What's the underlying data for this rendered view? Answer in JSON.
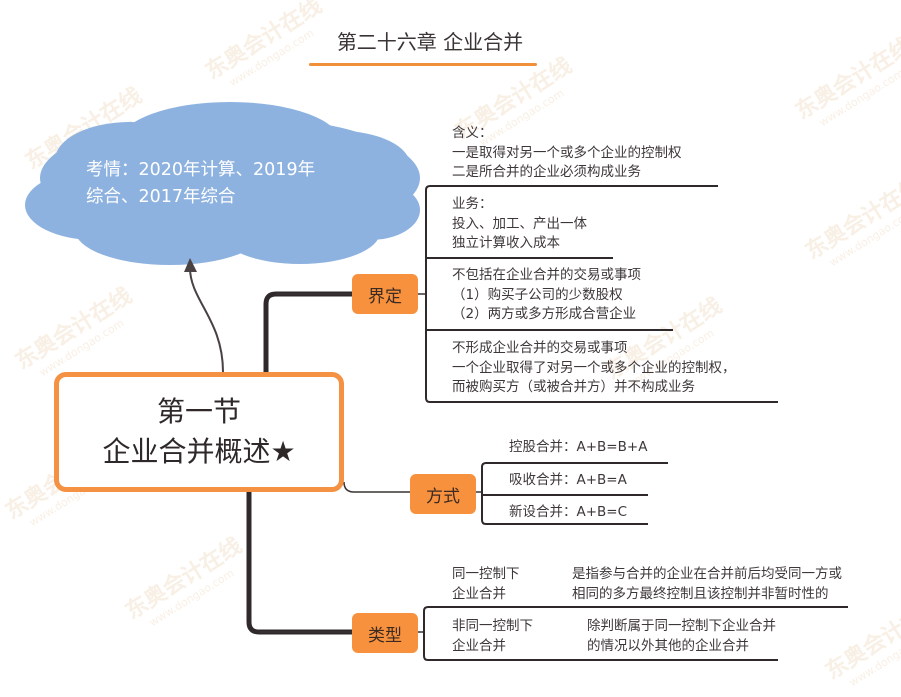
{
  "title": "第二十六章 企业合并",
  "colors": {
    "accent_orange": "#f8913d",
    "cloud_blue": "#8db2df",
    "line_dark": "#3a3334"
  },
  "callout": {
    "text_line1": "考情：2020年计算、2019年",
    "text_line2": "综合、2017年综合"
  },
  "central": {
    "line1": "第一节",
    "line2": "企业合并概述★"
  },
  "branches": [
    {
      "label": "界定",
      "items": [
        {
          "lines": [
            "含义：",
            "一是取得对另一个或多个企业的控制权",
            "二是所合并的企业必须构成业务"
          ]
        },
        {
          "lines": [
            "业务：",
            "投入、加工、产出一体",
            "独立计算收入成本"
          ]
        },
        {
          "lines": [
            "不包括在企业合并的交易或事项",
            "（1）购买子公司的少数股权",
            "（2）两方或多方形成合营企业"
          ]
        },
        {
          "lines": [
            "不形成企业合并的交易或事项",
            "一个企业取得了对另一个或多个企业的控制权，",
            "而被购买方（或被合并方）并不构成业务"
          ]
        }
      ]
    },
    {
      "label": "方式",
      "items": [
        {
          "text": "控股合并：A+B=B+A"
        },
        {
          "text": "吸收合并：A+B=A"
        },
        {
          "text": "新设合并：A+B=C"
        }
      ]
    },
    {
      "label": "类型",
      "items": [
        {
          "name": [
            "同一控制下",
            "企业合并"
          ],
          "desc": [
            "是指参与合并的企业在合并前后均受同一方或",
            "相同的多方最终控制且该控制并非暂时性的"
          ]
        },
        {
          "name": [
            "非同一控制下",
            "企业合并"
          ],
          "desc": [
            "除判断属于同一控制下企业合并",
            "的情况以外其他的企业合并"
          ]
        }
      ]
    }
  ],
  "watermark": {
    "brand": "东奥会计在线",
    "url": "www.dongao.com"
  }
}
